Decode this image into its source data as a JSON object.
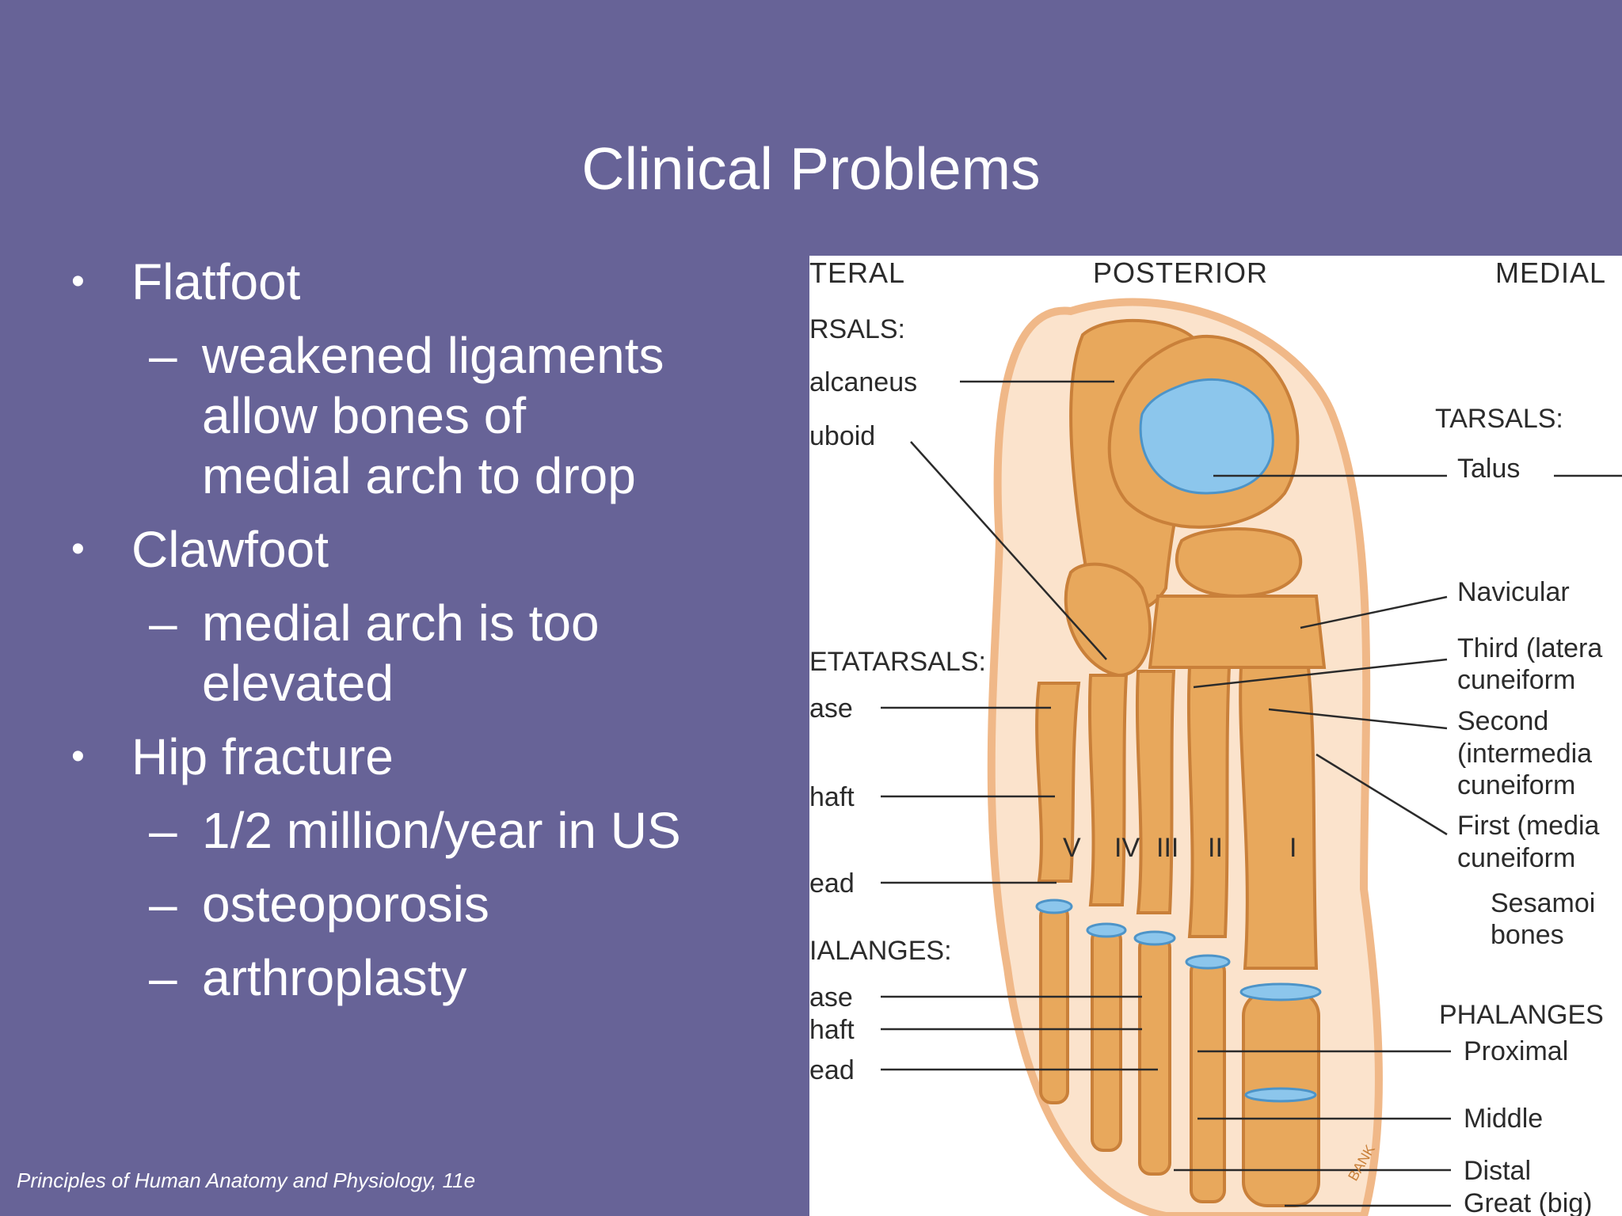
{
  "slide": {
    "title": "Clinical Problems",
    "footer": "Principles of Human Anatomy and Physiology, 11e"
  },
  "bullets": [
    {
      "label": "Flatfoot",
      "subs": [
        "weakened ligaments",
        "allow bones of",
        "medial arch to drop"
      ]
    },
    {
      "label": "Clawfoot",
      "subs": [
        "medial arch is too",
        "elevated"
      ]
    },
    {
      "label": "Hip fracture",
      "subs": [
        "1/2 million/year in US",
        "osteoporosis",
        "arthroplasty"
      ]
    }
  ],
  "glyphs": {
    "bullet": "•",
    "dash": "–"
  },
  "figure": {
    "headers": {
      "lateral": "TERAL",
      "posterior": "POSTERIOR",
      "medial": "MEDIAL"
    },
    "left_labels": {
      "tarsals": "RSALS:",
      "calcaneus": "alcaneus",
      "cuboid": "uboid",
      "metatarsals": "ETATARSALS:",
      "m_base": "ase",
      "m_shaft": "haft",
      "m_head": "ead",
      "phalanges": "IALANGES:",
      "p_base": "ase",
      "p_shaft": "haft",
      "p_head": "ead"
    },
    "right_labels": {
      "tarsals": "TARSALS:",
      "talus": "Talus",
      "navicular": "Navicular",
      "third_1": "Third (latera",
      "third_2": "cuneiform",
      "second_1": "Second",
      "second_2": "(intermedia",
      "second_3": "cuneiform",
      "first_1": "First (media",
      "first_2": "cuneiform",
      "sesamoid_1": "Sesamoi",
      "sesamoid_2": "bones",
      "phalanges": "PHALANGES",
      "proximal": "Proximal",
      "middle": "Middle",
      "distal": "Distal",
      "great": "Great (big)"
    },
    "numerals": [
      "V",
      "IV",
      "III",
      "II",
      "I"
    ],
    "signature": "BANK",
    "colors": {
      "bone": "#e8a85c",
      "bone_dark": "#c9803a",
      "cartilage": "#8cc6ec",
      "skin": "#f6c9a0"
    }
  }
}
